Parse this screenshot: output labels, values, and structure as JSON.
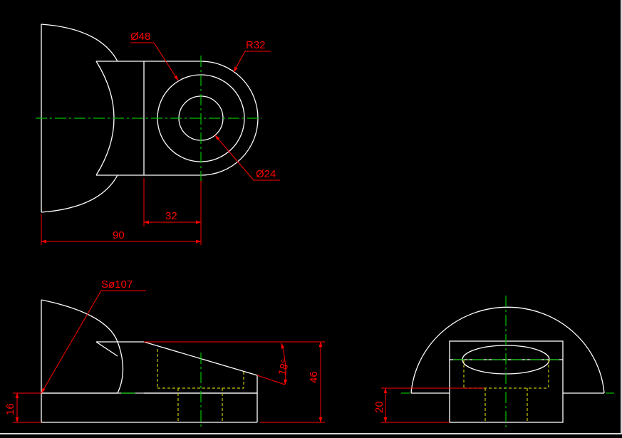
{
  "colors": {
    "background": "#000000",
    "outline": "#ffffff",
    "centerline": "#00c000",
    "dimension": "#ff0000",
    "hidden": "#c8c800",
    "frame": "#d9d9d9"
  },
  "dimensions": {
    "phi48": "Ø48",
    "r32": "R32",
    "phi24": "Ø24",
    "d32": "32",
    "d90": "90",
    "sphi107": "Sø107",
    "ang18": "18°",
    "h46": "46",
    "h16": "16",
    "h20": "20"
  },
  "views": [
    "top-view",
    "front-view",
    "side-view"
  ]
}
